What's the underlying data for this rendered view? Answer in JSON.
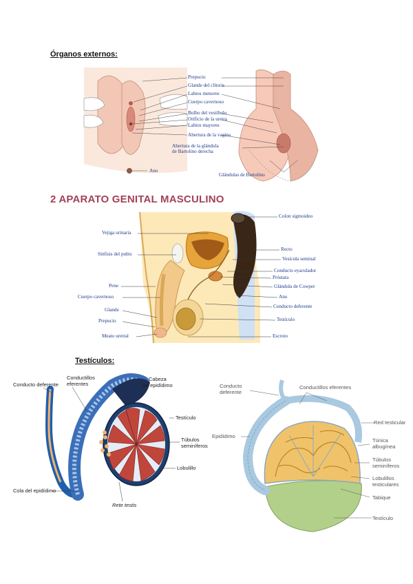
{
  "headings": {
    "external_organs": "Órganos externos:",
    "section_male": "2 APARATO GENITAL MASCULINO",
    "testicles": "Testículos:"
  },
  "external_diagram": {
    "labels": [
      "Prepucio",
      "Glande del clítoris",
      "Labios menores",
      "Cuerpo cavernoso",
      "Bulbo del vestíbulo",
      "Orificio de la uretra",
      "Labios mayores",
      "Abertura de la vagina",
      "Abertura de la glándula",
      "de Bartolino derecha",
      "Ano",
      "Glándulas de Bartolino"
    ]
  },
  "male_diagram": {
    "left_labels": [
      "Vejiga urinaria",
      "Sínfisis del pubis",
      "Pene",
      "Cuerpo cavernoso",
      "Glande",
      "Prepucio",
      "Meato uretral"
    ],
    "right_labels": [
      "Colon sigmoideo",
      "Recto",
      "Vesícula seminal",
      "Conducto eyaculador",
      "Próstata",
      "Glándula de Cowper",
      "Ano",
      "Conducto deferente",
      "Testículo",
      "Escroto"
    ]
  },
  "testis_left": {
    "labels": [
      "Conducto deferente",
      "Conductillos",
      "eferentes",
      "Cabeza",
      "del epidídimo",
      "Testículo",
      "Túbulos",
      "seminíferos",
      "Lobulillo",
      "Cola del epidídimo",
      "Rete testis"
    ]
  },
  "testis_right": {
    "labels": [
      "Conducto",
      "deferente",
      "Conductillos eferentes",
      "Red testicular",
      "Epidídimo",
      "Túnica",
      "albugínea",
      "Túbulos",
      "seminíferos",
      "Lobulillos",
      "testiculares",
      "Tabique",
      "Testículo"
    ]
  }
}
